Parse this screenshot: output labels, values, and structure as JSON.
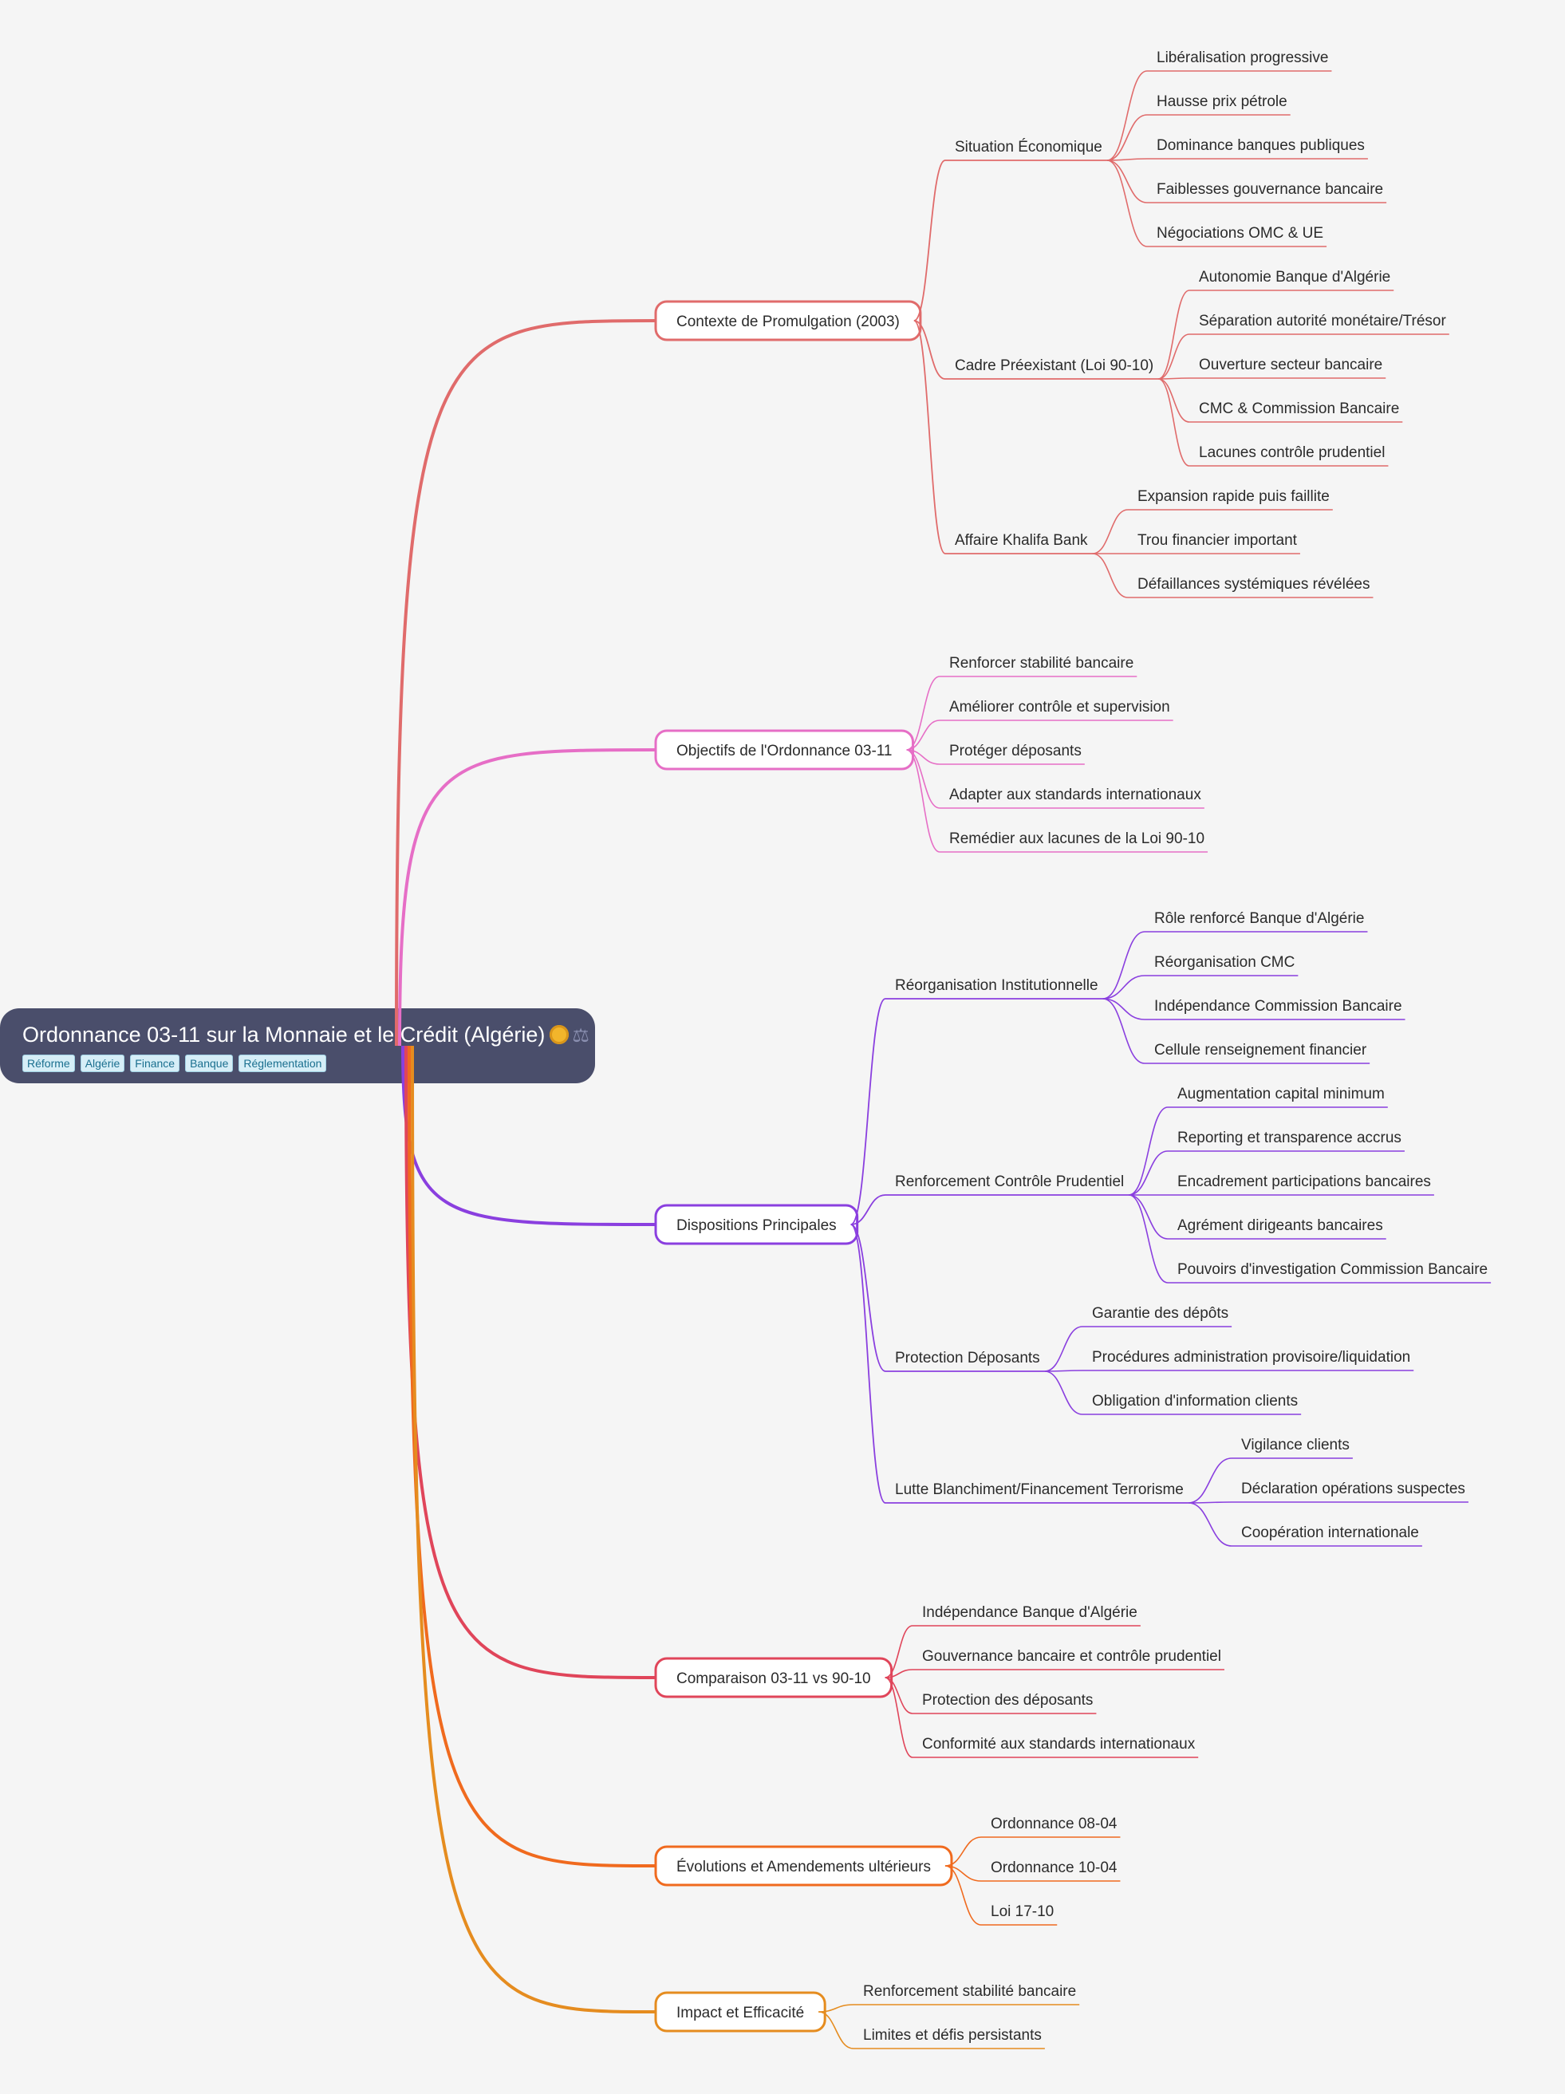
{
  "title": "Ordonnance 03-11 sur la Monnaie et le Crédit (Algérie)",
  "title_icons": [
    "money-bag-icon",
    "balance-scale-icon"
  ],
  "tags": [
    "Réforme",
    "Algérie",
    "Finance",
    "Banque",
    "Réglementation"
  ],
  "branches": [
    {
      "label": "Contexte de Promulgation (2003)",
      "color": "#e06b6b",
      "children": [
        {
          "label": "Situation Économique",
          "children": [
            "Libéralisation progressive",
            "Hausse prix pétrole",
            "Dominance banques publiques",
            "Faiblesses gouvernance bancaire",
            "Négociations OMC & UE"
          ]
        },
        {
          "label": "Cadre Préexistant (Loi 90-10)",
          "children": [
            "Autonomie Banque d'Algérie",
            "Séparation autorité monétaire/Trésor",
            "Ouverture secteur bancaire",
            "CMC & Commission Bancaire",
            "Lacunes contrôle prudentiel"
          ]
        },
        {
          "label": "Affaire Khalifa Bank",
          "children": [
            "Expansion rapide puis faillite",
            "Trou financier important",
            "Défaillances systémiques révélées"
          ]
        }
      ]
    },
    {
      "label": "Objectifs de l'Ordonnance 03-11",
      "color": "#e66ec6",
      "children": [
        "Renforcer stabilité bancaire",
        "Améliorer contrôle et supervision",
        "Protéger déposants",
        "Adapter aux standards internationaux",
        "Remédier aux lacunes de la Loi 90-10"
      ]
    },
    {
      "label": "Dispositions Principales",
      "color": "#8a3fdf",
      "children": [
        {
          "label": "Réorganisation Institutionnelle",
          "children": [
            "Rôle renforcé Banque d'Algérie",
            "Réorganisation CMC",
            "Indépendance Commission Bancaire",
            "Cellule renseignement financier"
          ]
        },
        {
          "label": "Renforcement Contrôle Prudentiel",
          "children": [
            "Augmentation capital minimum",
            "Reporting et transparence accrus",
            "Encadrement participations bancaires",
            "Agrément dirigeants bancaires",
            "Pouvoirs d'investigation Commission Bancaire"
          ]
        },
        {
          "label": "Protection Déposants",
          "children": [
            "Garantie des dépôts",
            "Procédures administration provisoire/liquidation",
            "Obligation d'information clients"
          ]
        },
        {
          "label": "Lutte Blanchiment/Financement Terrorisme",
          "children": [
            "Vigilance clients",
            "Déclaration opérations suspectes",
            "Coopération internationale"
          ]
        }
      ]
    },
    {
      "label": "Comparaison 03-11 vs 90-10",
      "color": "#e0455a",
      "children": [
        "Indépendance Banque d'Algérie",
        "Gouvernance bancaire et contrôle prudentiel",
        "Protection des déposants",
        "Conformité aux standards internationaux"
      ]
    },
    {
      "label": "Évolutions et Amendements ultérieurs",
      "color": "#f06a1e",
      "children": [
        "Ordonnance 08-04",
        "Ordonnance 10-04",
        "Loi 17-10"
      ]
    },
    {
      "label": "Impact et Efficacité",
      "color": "#e58c1f",
      "children": [
        "Renforcement stabilité bancaire",
        "Limites et défis persistants"
      ]
    }
  ]
}
